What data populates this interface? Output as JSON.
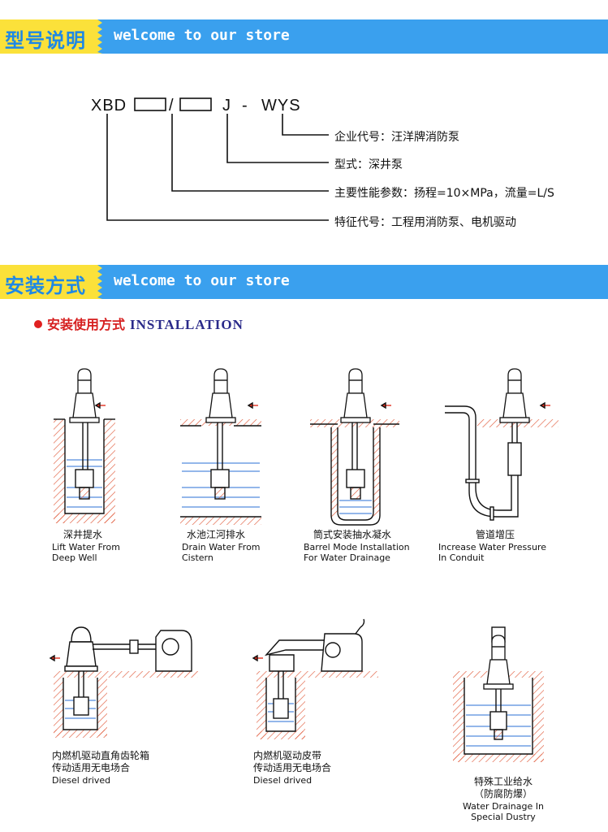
{
  "banners": [
    {
      "tag": "型号说明",
      "text": "welcome to our store"
    },
    {
      "tag": "安装方式",
      "text": "welcome to our store"
    }
  ],
  "model_code": {
    "prefix": "XBD",
    "slash": "/",
    "j": "J",
    "dash": "-",
    "suffix": "WYS",
    "descriptions": [
      "企业代号：汪洋牌消防泵",
      "型式：深井泵",
      "主要性能参数：扬程=10×MPa，流量=L/S",
      "特征代号：工程用消防泵、电机驱动"
    ]
  },
  "installation": {
    "title_zh": "安装使用方式",
    "title_en": "INSTALLATION",
    "items": [
      {
        "zh": "深井提水",
        "en1": "Lift Water From",
        "en2": "Deep Well"
      },
      {
        "zh": "水池江河排水",
        "en1": "Drain Water From",
        "en2": "Cistern"
      },
      {
        "zh": "筒式安装抽水凝水",
        "en1": "Barrel Mode Installation",
        "en2": "For Water Drainage"
      },
      {
        "zh": "管道增压",
        "en1": "Increase Water Pressure",
        "en2": "In Conduit"
      },
      {
        "zh": "内燃机驱动直角齿轮箱",
        "zh2": "传动适用无电场合",
        "en1": "Diesel drived"
      },
      {
        "zh": "内燃机驱动皮带",
        "zh2": "传动适用无电场合",
        "en1": "Diesel drived"
      },
      {
        "zh": "特殊工业给水",
        "zh2": "（防腐防爆）",
        "en1": "Water Drainage In",
        "en2": "Special Dustry"
      }
    ]
  },
  "colors": {
    "banner_blue": "#3aa0ee",
    "banner_yellow": "#fbe13a",
    "water_blue": "#2a6fd6",
    "hatch_red": "#e05a3a"
  }
}
